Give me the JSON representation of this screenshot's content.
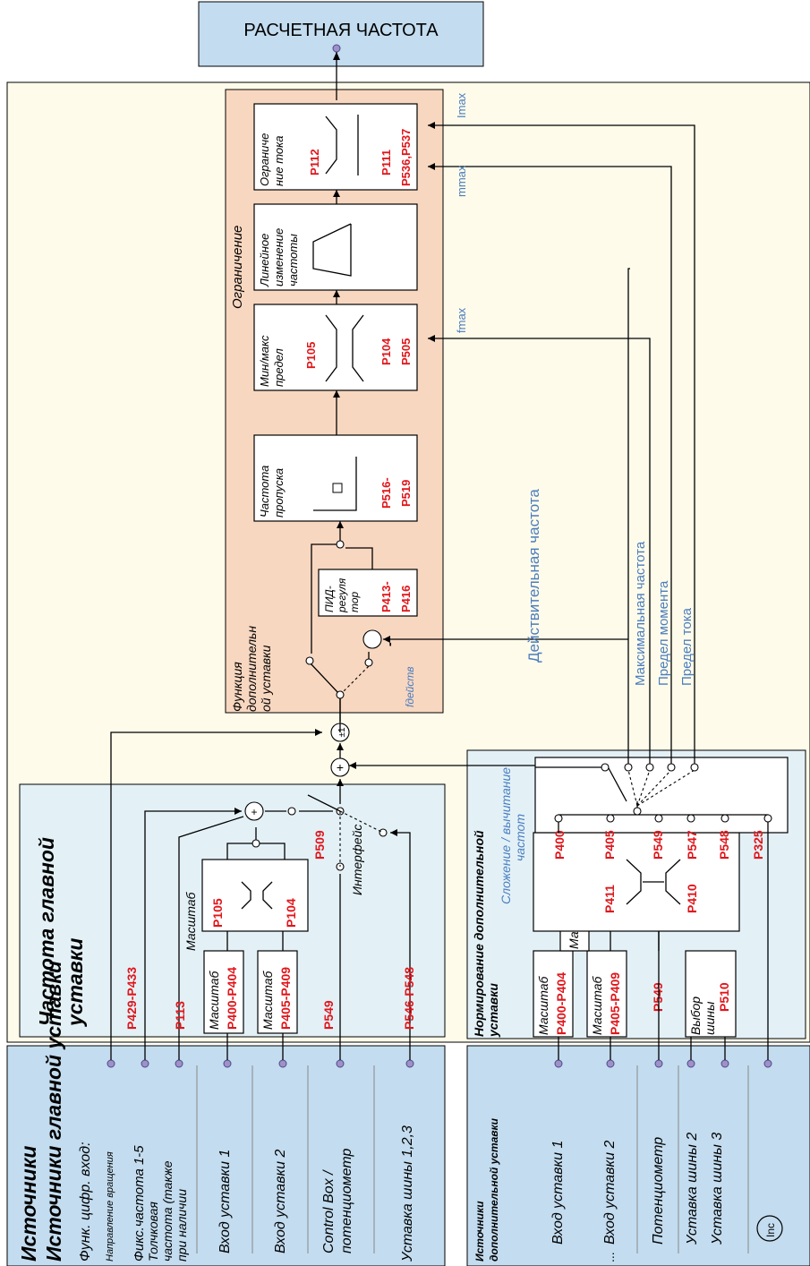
{
  "title": "РАСЧЕТНАЯ ЧАСТОТА",
  "sections": {
    "main_sources": "Источники главной уставки",
    "main_freq": "Частота главной уставки",
    "aux_sources": "Источники дополнительной уставки",
    "aux_norm": "Нормирование дополнительной уставки",
    "limitation": "Ограничение",
    "aux_function": "Функция дополнительной уставки",
    "add_sub": "Сложение / вычитание частот"
  },
  "main_inputs": {
    "func_digital": "Функ. цифр. вход:",
    "direction": "Направление вращения",
    "fixed_freq": "Фикс.частота 1-5",
    "jog": "Толчковая частота (также при наличии",
    "input1": "Вход уставки 1",
    "input2": "Вход уставки 2",
    "control_box": "Control Box / потенциометр",
    "bus": "Уставка шины 1,2,3"
  },
  "aux_inputs": {
    "input1": "Вход уставки 1",
    "input2": "Вход уставки 2",
    "ellipsis": "...",
    "pot": "Потенциометр",
    "bus2": "Уставка шины 2",
    "bus3": "Уставка шины 3",
    "inc": "Inc"
  },
  "main_params": {
    "p429": "P429-P433",
    "p113": "P113",
    "scale": "Масштаб",
    "p400_404": "P400-P404",
    "p405_409": "P405-P409",
    "p549": "P549",
    "p546_548": "P546-P548",
    "p105": "P105",
    "p104": "P104",
    "p509": "P509",
    "interface": "Интерфейс"
  },
  "aux_params": {
    "scale": "Масштаб",
    "p400_404": "P400-P404",
    "p405_409": "P405-P409",
    "p549": "P549",
    "bus_select": "Выбор шины",
    "p510": "P510",
    "p411": "P411",
    "p410": "P410",
    "p400": "P400",
    "p405": "P405",
    "p549b": "P549",
    "p547": "P547",
    "p548": "P548",
    "p325": "P325"
  },
  "aux_func": {
    "pid_label": "ПИД-регулятор",
    "p413_416": "P413-P416",
    "f_actual": "fдейств",
    "minus": "-"
  },
  "blocks": {
    "skip_label": "Частота пропуска",
    "p516_519": "P516-P519",
    "minmax_label": "Мин/макс предел",
    "p105": "P105",
    "p104": "P104",
    "p505": "P505",
    "ramp_label": "Линейное изменение частоты",
    "current_label": "Ограничение тока",
    "p112": "P112",
    "p111": "P111",
    "p536_537": "P536,P537"
  },
  "signals": {
    "actual_freq": "Действительная частота",
    "max_freq": "Максимальная частота",
    "torque_limit": "Предел момента",
    "current_limit": "Предел тока",
    "fmax": "fmax",
    "mmax": "mmax",
    "imax": "Imax"
  },
  "colors": {
    "panel_yellow": "#fefbea",
    "panel_blue": "#e3f1f7",
    "panel_orange": "#f8d7c0",
    "source_blue": "#c3dcef",
    "param_red": "#e0161b",
    "signal_blue": "#4a7dbf"
  }
}
